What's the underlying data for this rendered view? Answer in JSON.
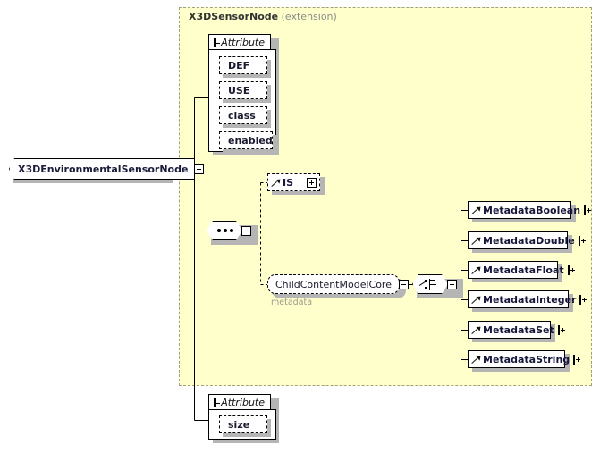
{
  "diagram": {
    "type": "xml-schema-element-diagram",
    "root_element": {
      "name": "X3DEnvironmentalSensorNode",
      "expander": "minus"
    },
    "extension_block": {
      "base_type": "X3DSensorNode",
      "qualifier": "(extension)",
      "background_color": "#ffffcc",
      "border_color": "#a0a080"
    },
    "attribute_groups": [
      {
        "name": "attribute-group-inherited",
        "header_label": "Attribute",
        "expander": "minus",
        "items": [
          {
            "label": "DEF"
          },
          {
            "label": "USE"
          },
          {
            "label": "class"
          },
          {
            "label": "enabled"
          }
        ]
      },
      {
        "name": "attribute-group-own",
        "header_label": "Attribute",
        "expander": "minus",
        "items": [
          {
            "label": "size"
          }
        ]
      }
    ],
    "sequence_compositor": {
      "kind": "sequence",
      "expander": "minus"
    },
    "choice_compositor": {
      "kind": "choice",
      "expander": "minus"
    },
    "is_element": {
      "label": "IS",
      "expander": "plus",
      "optional": true
    },
    "content_group": {
      "label": "ChildContentModelCore",
      "caption": "metadata",
      "expander": "minus"
    },
    "metadata_elements": [
      {
        "label": "MetadataBoolean",
        "expander": "plus"
      },
      {
        "label": "MetadataDouble",
        "expander": "plus"
      },
      {
        "label": "MetadataFloat",
        "expander": "plus"
      },
      {
        "label": "MetadataInteger",
        "expander": "plus"
      },
      {
        "label": "MetadataSet",
        "expander": "plus"
      },
      {
        "label": "MetadataString",
        "expander": "plus"
      }
    ]
  }
}
